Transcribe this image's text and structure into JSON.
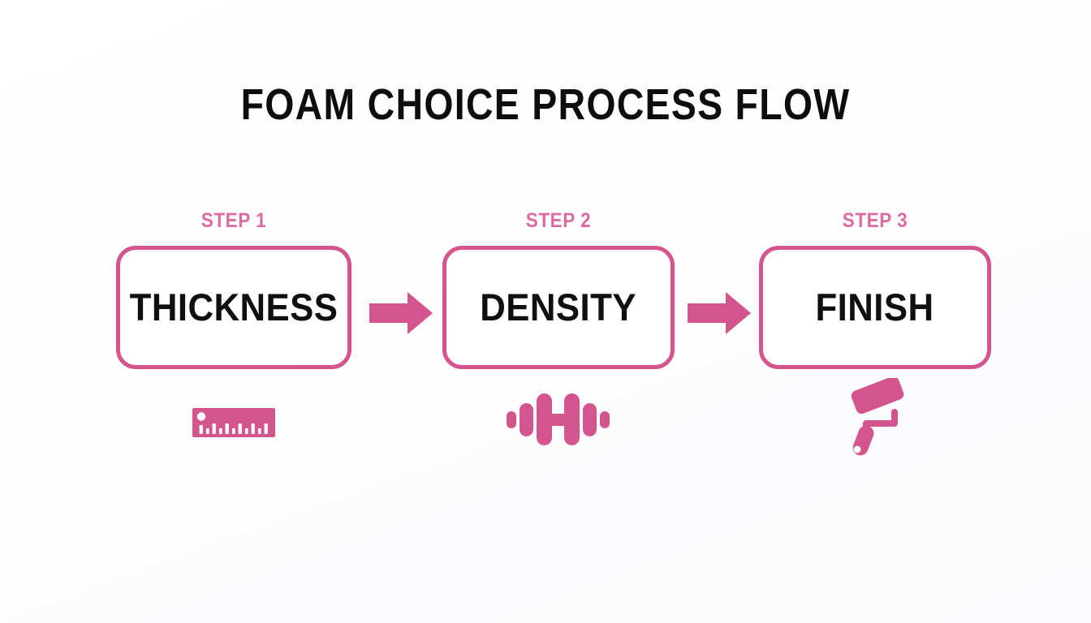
{
  "page": {
    "title": "FOAM CHOICE PROCESS FLOW",
    "background_color": "#ffffff",
    "accent_color": "#d4548e",
    "label_color": "#dd6aa2",
    "text_color": "#101010"
  },
  "flow": {
    "steps": [
      {
        "step_label": "STEP 1",
        "box_label": "THICKNESS",
        "icon": "ruler-icon"
      },
      {
        "step_label": "STEP 2",
        "box_label": "DENSITY",
        "icon": "dumbbell-icon"
      },
      {
        "step_label": "STEP 3",
        "box_label": "FINISH",
        "icon": "paint-roller-icon"
      }
    ],
    "connectors": [
      {
        "icon": "arrow-right-icon"
      },
      {
        "icon": "arrow-right-icon"
      }
    ]
  }
}
